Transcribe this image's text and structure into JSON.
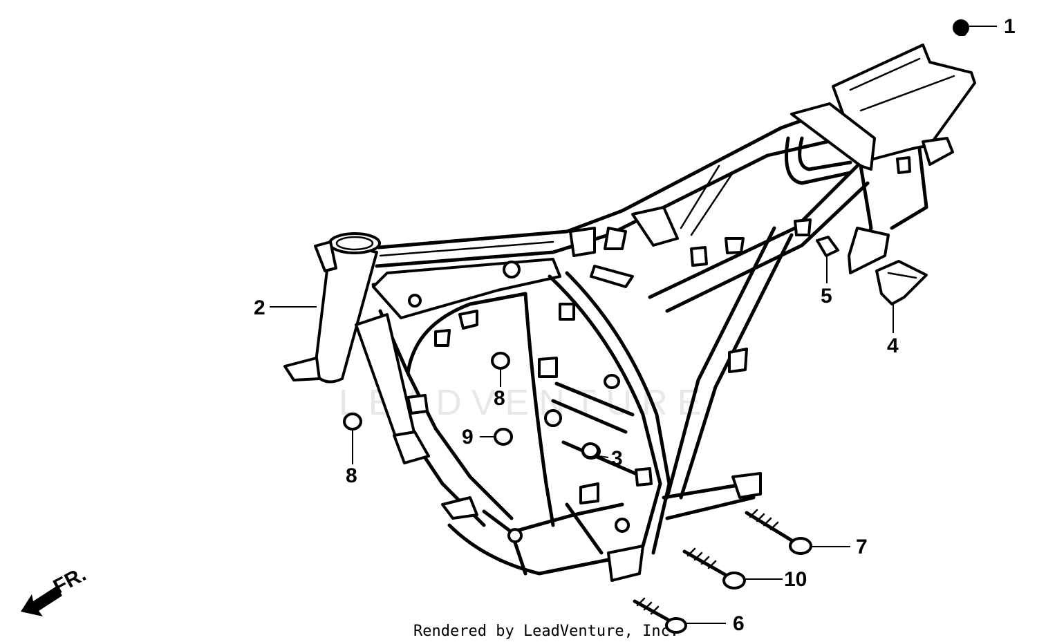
{
  "watermark": "LEADVENTURE",
  "footer_credit": "Rendered by LeadVenture, Inc.",
  "direction_label": "FR.",
  "callouts": [
    {
      "id": "c1",
      "label": "1"
    },
    {
      "id": "c2",
      "label": "2"
    },
    {
      "id": "c3",
      "label": "3"
    },
    {
      "id": "c4",
      "label": "4"
    },
    {
      "id": "c5",
      "label": "5"
    },
    {
      "id": "c6",
      "label": "6"
    },
    {
      "id": "c7",
      "label": "7"
    },
    {
      "id": "c8a",
      "label": "8"
    },
    {
      "id": "c8b",
      "label": "8"
    },
    {
      "id": "c9",
      "label": "9"
    },
    {
      "id": "c10",
      "label": "10"
    }
  ]
}
